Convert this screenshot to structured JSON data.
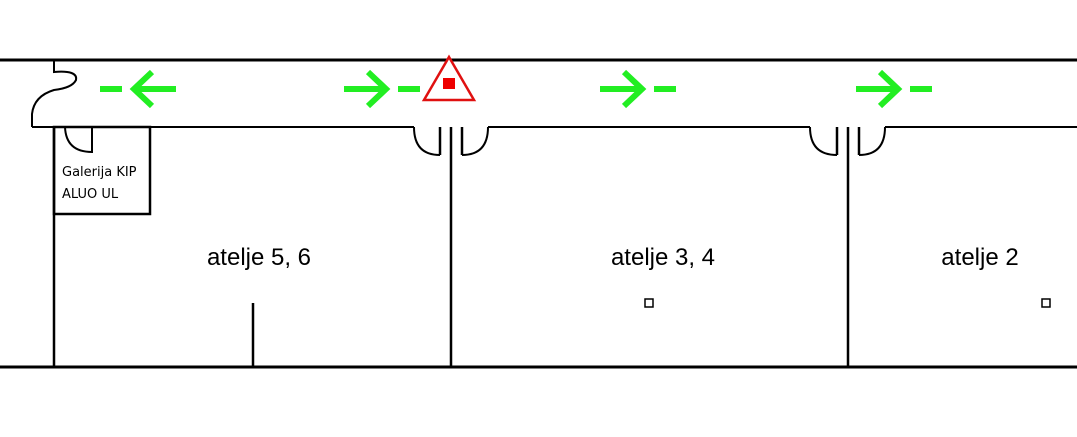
{
  "rooms": [
    {
      "label": "atelje 5, 6"
    },
    {
      "label": "atelje 3, 4"
    },
    {
      "label": "atelje 2"
    }
  ],
  "gallery": {
    "line1": "Galerija KIP",
    "line2": "ALUO UL"
  },
  "exit_arrows": [
    "left",
    "right",
    "right",
    "right"
  ],
  "colors": {
    "walls": "#000000",
    "exit_arrow": "#22ee22",
    "alarm_outline": "#e01010",
    "alarm_fill": "#ee0000"
  },
  "icons": {
    "exit_arrow": "evacuation-direction-arrow",
    "alarm": "fire-alarm-triangle-icon"
  }
}
